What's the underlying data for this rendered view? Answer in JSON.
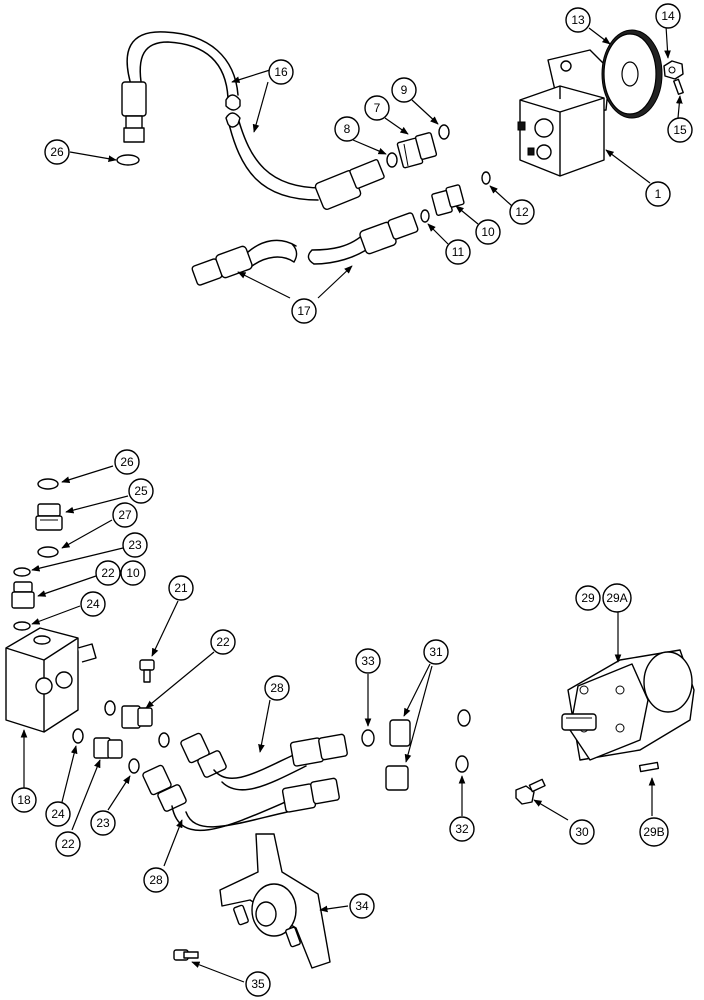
{
  "callouts": {
    "c1": "1",
    "c7": "7",
    "c8": "8",
    "c9": "9",
    "c10a": "10",
    "c11": "11",
    "c12": "12",
    "c13": "13",
    "c14": "14",
    "c15": "15",
    "c16": "16",
    "c17": "17",
    "c26a": "26",
    "c26b": "26",
    "c25": "25",
    "c27": "27",
    "c23a": "23",
    "c22a": "22",
    "c10b": "10",
    "c24a": "24",
    "c21": "21",
    "c22b": "22",
    "c18": "18",
    "c24b": "24",
    "c22c": "22",
    "c23b": "23",
    "c28a": "28",
    "c28b": "28",
    "c33": "33",
    "c31": "31",
    "c32": "32",
    "c29": "29",
    "c29a": "29A",
    "c30": "30",
    "c29b": "29B",
    "c34": "34",
    "c35": "35"
  }
}
